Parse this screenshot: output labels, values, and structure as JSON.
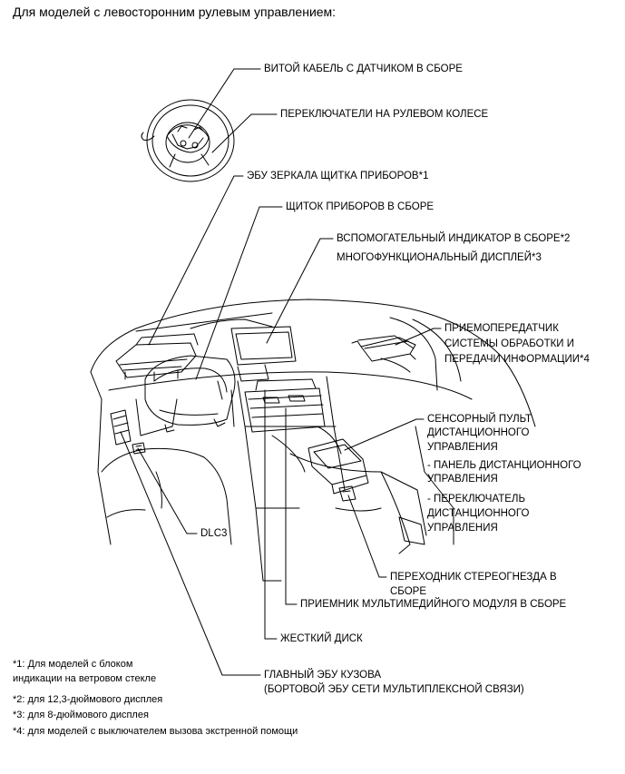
{
  "header": "Для моделей с левосторонним рулевым управлением:",
  "labels": {
    "spiral_cable": "ВИТОЙ КАБЕЛЬ С ДАТЧИКОМ В СБОРЕ",
    "steering_switches": "ПЕРЕКЛЮЧАТЕЛИ НА РУЛЕВОМ КОЛЕСЕ",
    "mirror_ecu": "ЭБУ ЗЕРКАЛА ЩИТКА ПРИБОРОВ*1",
    "combination_meter": "ЩИТОК ПРИБОРОВ В СБОРЕ",
    "accessory_meter": "ВСПОМОГАТЕЛЬНЫЙ ИНДИКАТОР В СБОРЕ*2",
    "multi_display": "МНОГОФУНКЦИОНАЛЬНЫЙ ДИСПЛЕЙ*3",
    "telematics_1": "ПРИЕМОПЕРЕДАТЧИК",
    "telematics_2": "СИСТЕМЫ ОБРАБОТКИ И",
    "telematics_3": "ПЕРЕДАЧИ ИНФОРМАЦИИ*4",
    "touch_pad_1": "СЕНСОРНЫЙ ПУЛЬТ",
    "touch_pad_2": "ДИСТАНЦИОННОГО",
    "touch_pad_3": "УПРАВЛЕНИЯ",
    "remote_panel_1": "- ПАНЕЛЬ ДИСТАНЦИОННОГО",
    "remote_panel_2": "УПРАВЛЕНИЯ",
    "remote_switch_1": "- ПЕРЕКЛЮЧАТЕЛЬ",
    "remote_switch_2": "ДИСТАНЦИОННОГО",
    "remote_switch_3": "УПРАВЛЕНИЯ",
    "dlc3": "DLC3",
    "stereo_jack_1": "ПЕРЕХОДНИК СТЕРЕОГНЕЗДА В",
    "stereo_jack_2": "СБОРЕ",
    "multimedia_receiver": "ПРИЕМНИК МУЛЬТИМЕДИЙНОГО МОДУЛЯ В СБОРЕ",
    "hard_disk": "ЖЕСТКИЙ ДИСК",
    "main_body_ecu_1": "ГЛАВНЫЙ ЭБУ КУЗОВА",
    "main_body_ecu_2": "(БОРТОВОЙ ЭБУ СЕТИ МУЛЬТИПЛЕКСНОЙ СВЯЗИ)"
  },
  "notes": {
    "n1_line1": "*1: Для моделей с блоком",
    "n1_line2": "индикации на ветровом стекле",
    "n2": "*2: для 12,3-дюймового дисплея",
    "n3": "*3: для 8-дюймового дисплея",
    "n4": "*4: для моделей с выключателем вызова экстренной помощи"
  }
}
